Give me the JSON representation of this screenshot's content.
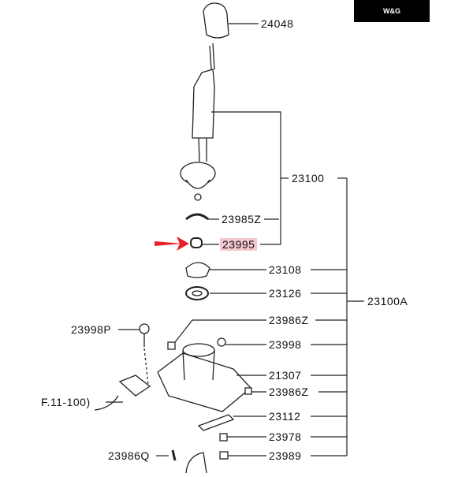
{
  "badge": {
    "text": "W&G"
  },
  "accent": "#e8202a",
  "callouts": {
    "p24048": "24048",
    "p23100": "23100",
    "p23985Z": "23985Z",
    "p23995": "23995",
    "p23108": "23108",
    "p23126": "23126",
    "p23100A": "23100A",
    "p23986Z_top": "23986Z",
    "p23998P": "23998P",
    "p23998": "23998",
    "p21307": "21307",
    "p23986Z_mid": "23986Z",
    "p23112": "23112",
    "p23978": "23978",
    "p23986Q": "23986Q",
    "p23989": "23989",
    "ref_note": "F.11-100)"
  }
}
